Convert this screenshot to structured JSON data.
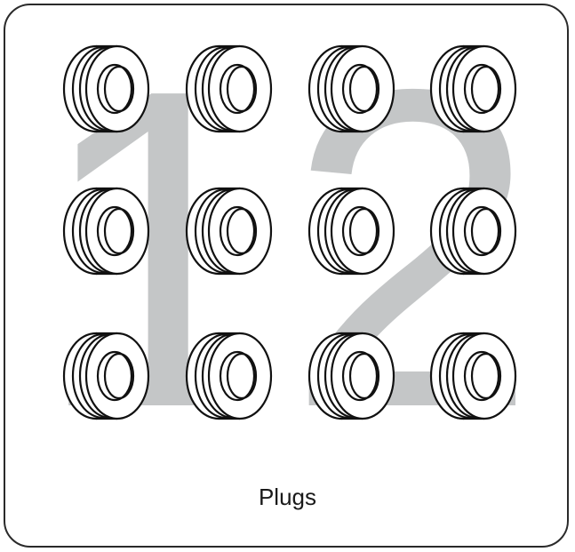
{
  "count": "12",
  "label": "Plugs",
  "item_icon": "plug-ring-icon",
  "item_count": 12,
  "colors": {
    "number": "#c4c6c7",
    "outline": "#111111",
    "border": "#2a2a2a"
  }
}
